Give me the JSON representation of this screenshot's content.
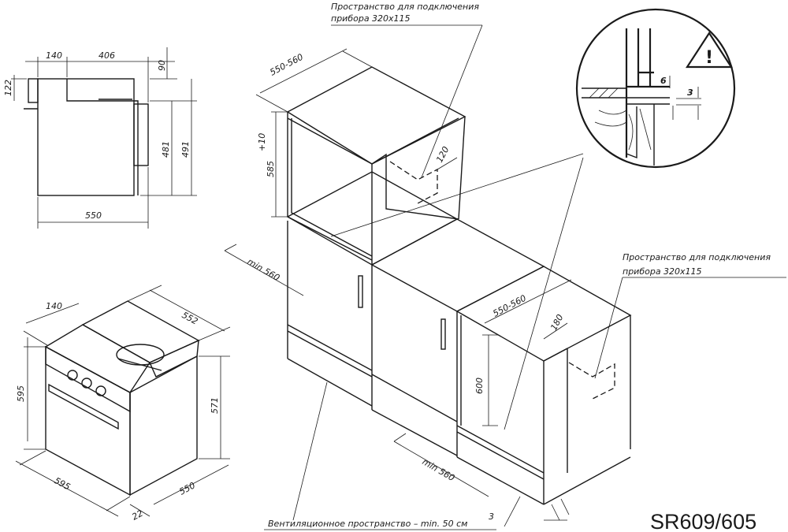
{
  "model": "SR609/605",
  "side_view": {
    "dim_top_left": "140",
    "dim_top_mid": "406",
    "dim_top_right": "90",
    "dim_left": "122",
    "dim_height_inner": "481",
    "dim_height_outer": "491",
    "dim_bottom": "550"
  },
  "iso_oven": {
    "dim_top": "140",
    "dim_depth_top": "552",
    "dim_height_left": "595",
    "dim_height_right": "571",
    "dim_width": "595",
    "dim_depth": "550",
    "dim_front": "22"
  },
  "cabinet": {
    "note_top_line1": "Пространство для подключения",
    "note_top_line2": "прибора 320х115",
    "note_right_line1": "Пространство для подключения",
    "note_right_line2": "прибора 320х115",
    "dim_depth_upper": "550-560",
    "dim_height_upper": "585",
    "dim_height_upper_sup": "+10",
    "dim_cutout_upper": "120",
    "dim_min_upper": "min 560",
    "dim_depth_lower": "550-560",
    "dim_cutout_lower": "180",
    "dim_height_lower": "600",
    "dim_min_lower": "min 560",
    "vent_note": "Вентиляционное пространство – min. 50 см",
    "vent_sup": "3"
  },
  "detail": {
    "dim_6": "6",
    "dim_3": "3",
    "warning_icon": "warning-triangle-icon"
  }
}
